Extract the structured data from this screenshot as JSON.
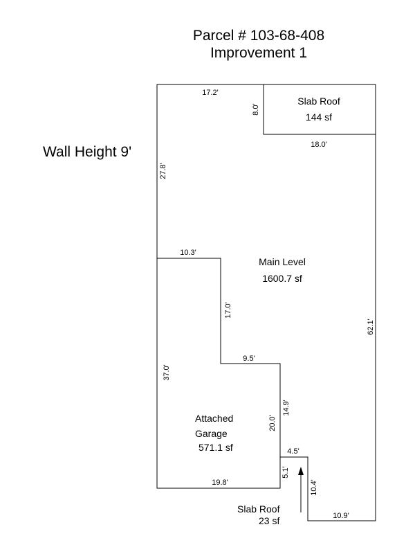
{
  "title": {
    "parcel": "Parcel # 103-68-408",
    "improvement": "Improvement 1"
  },
  "wall_height": "Wall Height 9'",
  "areas": {
    "slab_roof_top": {
      "name": "Slab Roof",
      "area": "144 sf"
    },
    "main_level": {
      "name": "Main Level",
      "area": "1600.7 sf"
    },
    "garage": {
      "name_line1": "Attached",
      "name_line2": "Garage",
      "area": "571.1 sf"
    },
    "slab_roof_bottom": {
      "name": "Slab Roof",
      "area": "23 sf"
    }
  },
  "dimensions": {
    "top_left": "17.2'",
    "slab_side": "8.0'",
    "slab_bottom": "18.0'",
    "left_upper": "27.8'",
    "step_top": "10.3'",
    "step_vertical": "17.0'",
    "step_mid": "9.5'",
    "left_lower": "37.0'",
    "garage_right": "20.0'",
    "main_notch": "14.9'",
    "notch_top": "4.5'",
    "notch_left": "5.1'",
    "notch_right": "10.4'",
    "garage_bottom": "19.8'",
    "bottom_right": "10.9'",
    "right_side": "62.1'"
  },
  "icons": {
    "arrow": "north-arrow-icon"
  }
}
